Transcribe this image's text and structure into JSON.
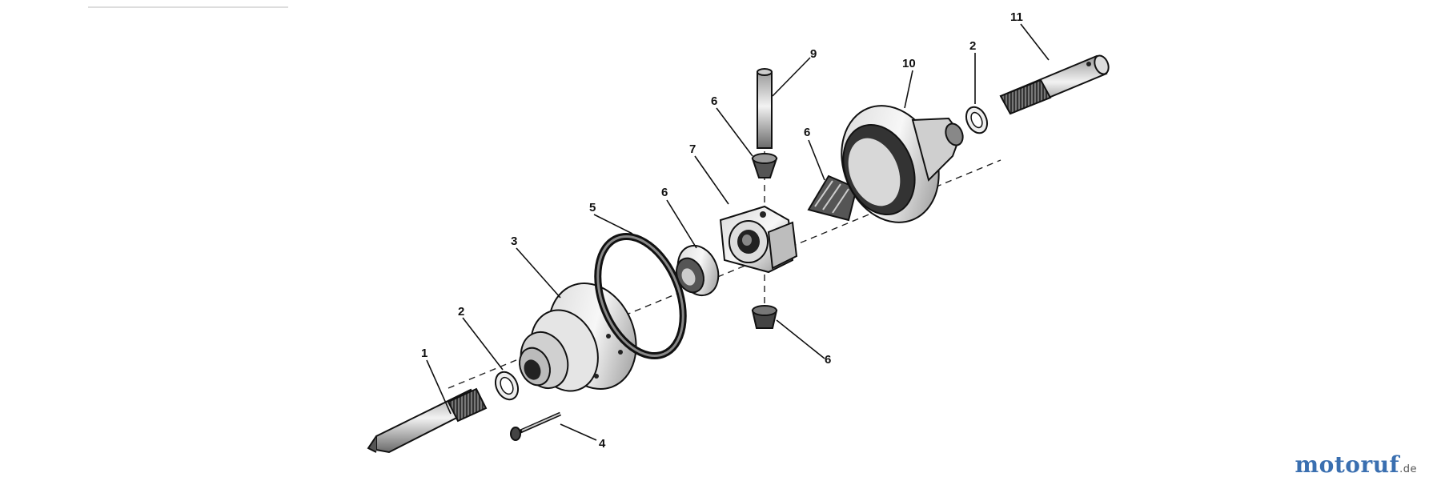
{
  "callouts": [
    {
      "id": "c1",
      "number": "1"
    },
    {
      "id": "c2a",
      "number": "2"
    },
    {
      "id": "c3",
      "number": "3"
    },
    {
      "id": "c4",
      "number": "4"
    },
    {
      "id": "c5",
      "number": "5"
    },
    {
      "id": "c6a",
      "number": "6"
    },
    {
      "id": "c6b",
      "number": "6"
    },
    {
      "id": "c6c",
      "number": "6"
    },
    {
      "id": "c6d",
      "number": "6"
    },
    {
      "id": "c7",
      "number": "7"
    },
    {
      "id": "c9",
      "number": "9"
    },
    {
      "id": "c10",
      "number": "10"
    },
    {
      "id": "c2b",
      "number": "2"
    },
    {
      "id": "c11",
      "number": "11"
    }
  ],
  "watermark": {
    "brand": "motoruf",
    "suffix": ".de"
  }
}
